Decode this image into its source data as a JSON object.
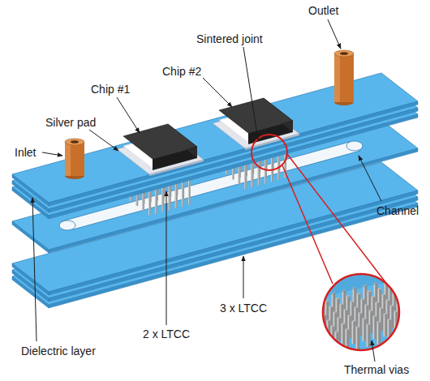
{
  "diagram": {
    "labels": [
      "Outlet",
      "Sintered joint",
      "Chip #2",
      "Chip #1",
      "Silver pad",
      "Inlet",
      "Channel",
      "3 x LTCC",
      "2 x LTCC",
      "Dielectric layer",
      "Thermal vias"
    ]
  }
}
